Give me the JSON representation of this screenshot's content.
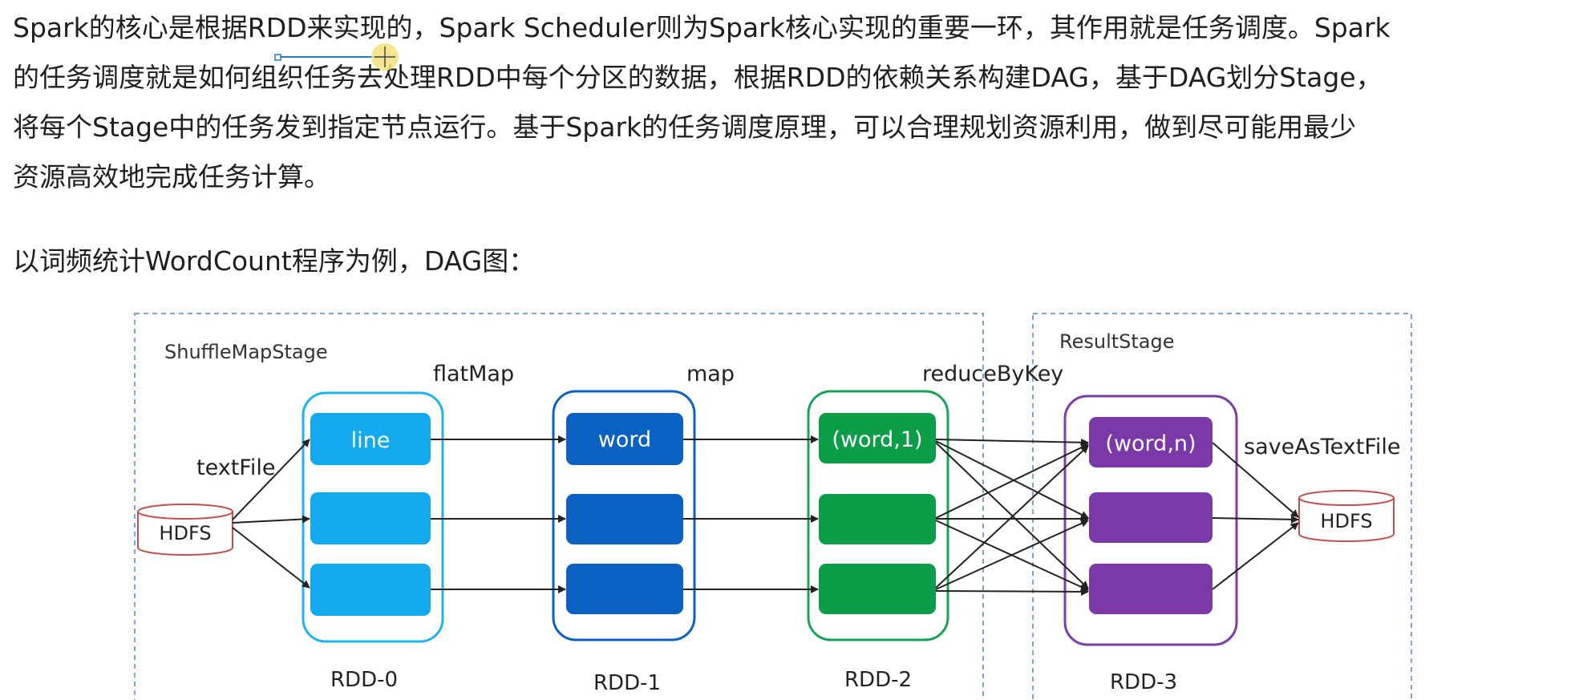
{
  "paragraph": {
    "lines": [
      "Spark的核心是根据RDD来实现的，Spark Scheduler则为Spark核心实现的重要一环，其作用就是任务调度。Spark",
      "的任务调度就是如何组织任务去处理RDD中每个分区的数据，根据RDD的依赖关系构建DAG，基于DAG划分Stage，",
      "将每个Stage中的任务发到指定节点运行。基于Spark的任务调度原理，可以合理规划资源利用，做到尽可能用最少",
      "资源高效地完成任务计算。"
    ]
  },
  "intro": "以词频统计WordCount程序为例，DAG图：",
  "diagram": {
    "stages": [
      "ShuffleMapStage",
      "ResultStage"
    ],
    "source": "HDFS",
    "sink": "HDFS",
    "ops": {
      "textFile": "textFile",
      "flatMap": "flatMap",
      "map": "map",
      "reduceByKey": "reduceByKey",
      "saveAsTextFile": "saveAsTextFile"
    },
    "rdds": [
      {
        "label": "RDD-0",
        "first_partition": "line",
        "color": "#12a9ef",
        "border": "#1fb3ee"
      },
      {
        "label": "RDD-1",
        "first_partition": "word",
        "color": "#0a61c1",
        "border": "#0b63c0"
      },
      {
        "label": "RDD-2",
        "first_partition": "(word,1)",
        "color": "#0c9d48",
        "border": "#1aa158"
      },
      {
        "label": "RDD-3",
        "first_partition": "(word,n)",
        "color": "#7a38a8",
        "border": "#7a3ea6"
      }
    ],
    "stage_border_color": "#7aa4cf",
    "hdfs_color": "#c0504d"
  }
}
